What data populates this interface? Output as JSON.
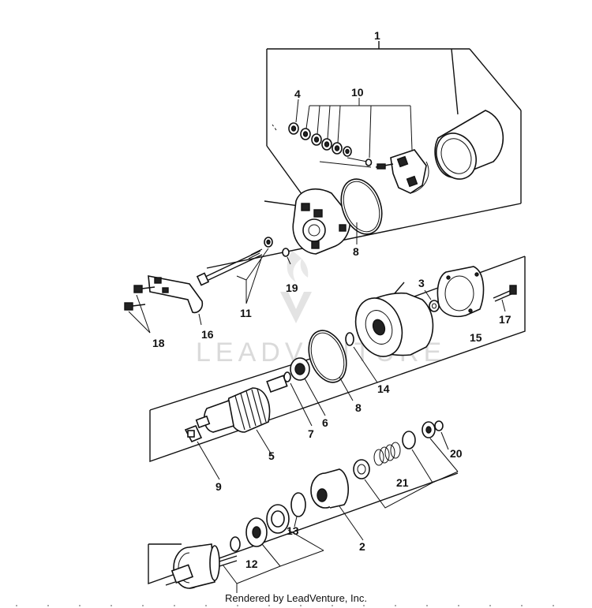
{
  "diagram": {
    "callouts": [
      {
        "id": "c1",
        "label": "1"
      },
      {
        "id": "c2",
        "label": "2"
      },
      {
        "id": "c3",
        "label": "3"
      },
      {
        "id": "c4",
        "label": "4"
      },
      {
        "id": "c5",
        "label": "5"
      },
      {
        "id": "c6",
        "label": "6"
      },
      {
        "id": "c7",
        "label": "7"
      },
      {
        "id": "c8a",
        "label": "8"
      },
      {
        "id": "c8b",
        "label": "8"
      },
      {
        "id": "c9",
        "label": "9"
      },
      {
        "id": "c10",
        "label": "10"
      },
      {
        "id": "c11",
        "label": "11"
      },
      {
        "id": "c12",
        "label": "12"
      },
      {
        "id": "c13",
        "label": "13"
      },
      {
        "id": "c14",
        "label": "14"
      },
      {
        "id": "c15",
        "label": "15"
      },
      {
        "id": "c16",
        "label": "16"
      },
      {
        "id": "c17",
        "label": "17"
      },
      {
        "id": "c18",
        "label": "18"
      },
      {
        "id": "c19",
        "label": "19"
      },
      {
        "id": "c20",
        "label": "20"
      },
      {
        "id": "c21",
        "label": "21"
      }
    ],
    "watermark": "LEADVENTURE",
    "footer": "Rendered by LeadVenture, Inc."
  }
}
